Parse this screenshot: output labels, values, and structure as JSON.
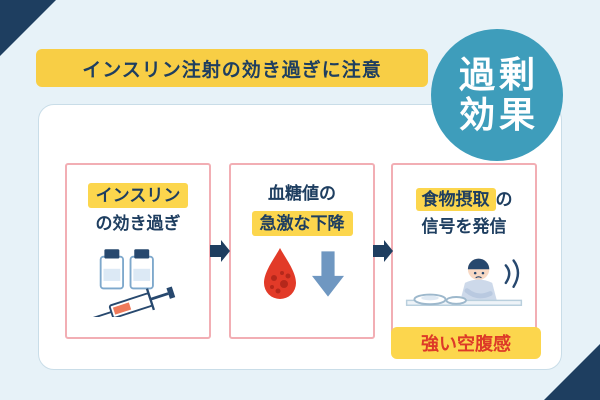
{
  "page": {
    "banner_title": "インスリン注射の効き過ぎに注意",
    "badge": {
      "line1": "過剰",
      "line2": "効果"
    }
  },
  "flow": {
    "step1": {
      "highlight": "インスリン",
      "rest": "の効き過ぎ",
      "icon": "insulin-vials-syringe-icon"
    },
    "step2": {
      "lead": "血糖値の",
      "highlight": "急激な下降",
      "icons": [
        "blood-drop-icon",
        "down-arrow-icon"
      ]
    },
    "step3": {
      "highlight": "食物摂取",
      "suffix": "の",
      "rest": "信号を発信",
      "icon": "hungry-person-icon"
    },
    "result_label": "強い空腹感"
  },
  "colors": {
    "background": "#e7f2f8",
    "corner-navy": "#1e3e60",
    "banner-bg": "#f8ce45",
    "badge-bg": "#3e9dbb",
    "badge-text": "#ffffff",
    "panel-bg": "#ffffff",
    "panel-border": "#c9dde8",
    "card-border": "#f2aeb4",
    "highlight-bg": "#fcd64d",
    "text-navy": "#1e3e60",
    "arrow-navy": "#1e3e60",
    "drop-red": "#e23a28",
    "drop-red-dark": "#b5281b",
    "down-arrow-blue": "#6f97c1",
    "result-text-red": "#dd3a28"
  }
}
